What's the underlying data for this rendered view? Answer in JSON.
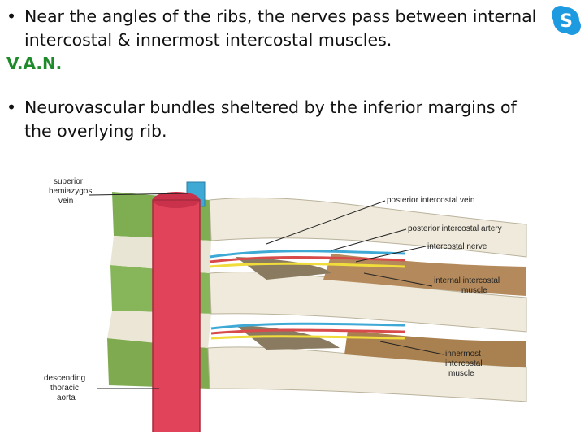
{
  "slide": {
    "bullets": [
      "Near the angles of the ribs, the nerves pass between internal intercostal & innermost intercostal muscles.",
      "Neurovascular bundles sheltered by the inferior margins of the overlying rib."
    ],
    "mnemonic": "V.A.N.",
    "bullet_symbol": "•"
  },
  "logo": {
    "icon": "skype-icon",
    "letter": "S",
    "color": "#1e9be0"
  },
  "figure": {
    "labels": {
      "superior_hemiazygos_1": "superior",
      "superior_hemiazygos_2": "hemiazygos",
      "superior_hemiazygos_3": "vein",
      "post_vein": "posterior intercostal vein",
      "post_artery": "posterior intercostal artery",
      "nerve": "intercostal nerve",
      "internal_1": "internal intercostal",
      "internal_2": "muscle",
      "innermost_1": "innermost",
      "innermost_2": "intercostal",
      "innermost_3": "muscle",
      "aorta_1": "descending",
      "aorta_2": "thoracic",
      "aorta_3": "aorta"
    }
  }
}
